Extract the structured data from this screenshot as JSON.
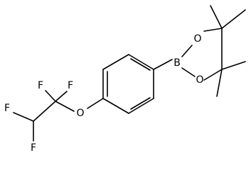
{
  "molecule": {
    "atoms": {
      "B": "B",
      "O_top": "O",
      "O_bottom": "O",
      "O_ether": "O",
      "F_cf2_left": "F",
      "F_cf2_right": "F",
      "F_chf2_left": "F",
      "F_chf2_bottom": "F"
    }
  }
}
